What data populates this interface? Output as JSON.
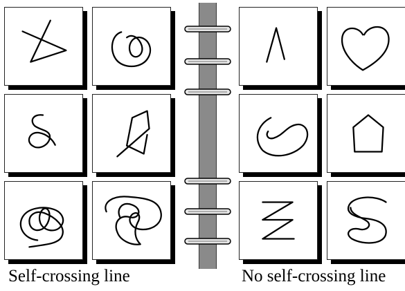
{
  "captions": {
    "left": "Self-crossing line",
    "right": "No self-crossing line"
  },
  "groups": {
    "left": [
      "Self-crossing line"
    ],
    "right": [
      "No self-crossing line"
    ]
  }
}
